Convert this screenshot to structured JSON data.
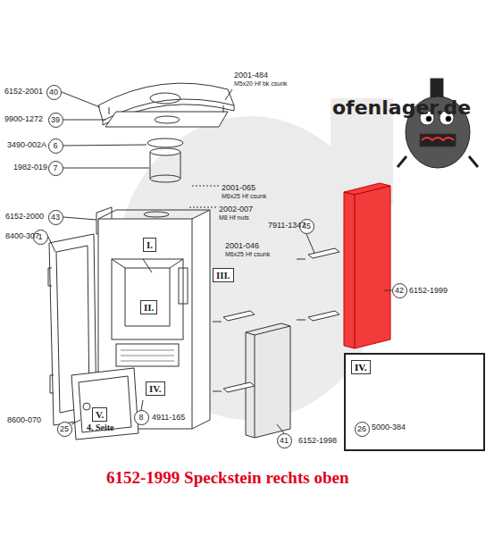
{
  "diagram": {
    "caption": "6152-1999 Speckstein rechts oben",
    "nodes": [
      {
        "text": [
          "40"
        ]
      },
      {
        "text": [
          "39"
        ]
      },
      {
        "text": [
          "6"
        ]
      },
      {
        "text": [
          "7"
        ]
      },
      {
        "text": [
          "43"
        ]
      },
      {
        "text": [
          "45"
        ]
      },
      {
        "text": [
          "1"
        ]
      },
      {
        "text": [
          "I."
        ]
      },
      {
        "text": [
          "III."
        ]
      },
      {
        "text": [
          "II."
        ]
      },
      {
        "text": [
          "42"
        ]
      },
      {
        "text": [
          "IV."
        ]
      },
      {
        "text": [
          "8"
        ]
      },
      {
        "text": [
          "41"
        ]
      },
      {
        "text": [
          "V."
        ]
      },
      {
        "text": [
          "25"
        ]
      },
      {
        "text": [
          "IV."
        ]
      },
      {
        "text": [
          "26"
        ],
        "in": 16
      }
    ],
    "labels": [
      "ofenlager.de",
      "6152-2001",
      "2001-484",
      "M5x20 Hf bk csunk",
      "9900-1272",
      "3490-002A",
      "1982-019",
      "2001-065",
      "M6x25 Hf csunk",
      "2002-007",
      "M8 Hf nuts",
      "6152-2000",
      "7911-1347",
      "8400-307",
      "2001-046",
      "M6x25 Hf csunk",
      "6152-1999",
      "4911-165",
      "8600-070",
      "4. Seite",
      "6152-1998",
      "5000-384"
    ]
  }
}
